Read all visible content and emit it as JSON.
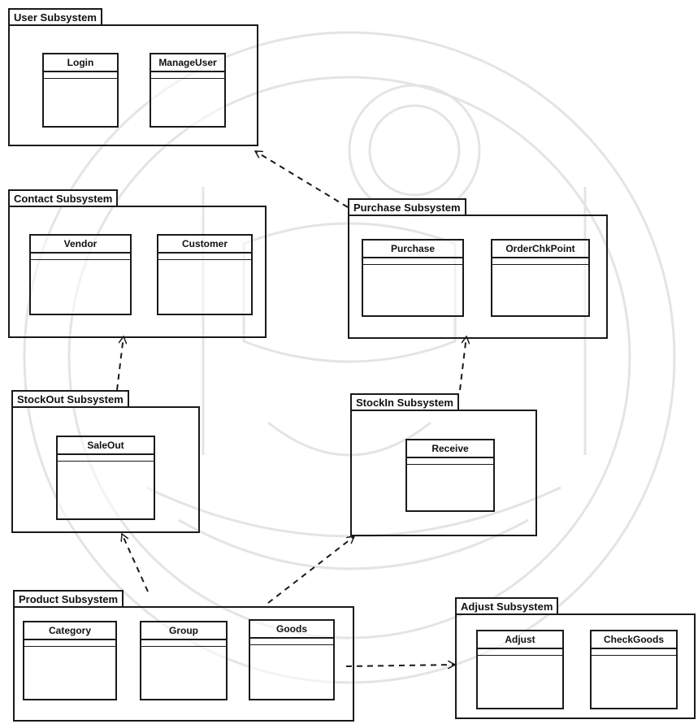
{
  "packages": {
    "user": {
      "label": "User Subsystem",
      "classes": [
        "Login",
        "ManageUser"
      ]
    },
    "contact": {
      "label": "Contact Subsystem",
      "classes": [
        "Vendor",
        "Customer"
      ]
    },
    "purchase": {
      "label": "Purchase Subsystem",
      "classes": [
        "Purchase",
        "OrderChkPoint"
      ]
    },
    "stockout": {
      "label": "StockOut Subsystem",
      "classes": [
        "SaleOut"
      ]
    },
    "stockin": {
      "label": "StockIn Subsystem",
      "classes": [
        "Receive"
      ]
    },
    "product": {
      "label": "Product Subsystem",
      "classes": [
        "Category",
        "Group",
        "Goods"
      ]
    },
    "adjust": {
      "label": "Adjust Subsystem",
      "classes": [
        "Adjust",
        "CheckGoods"
      ]
    }
  },
  "dependencies": [
    {
      "from": "Purchase Subsystem",
      "to": "User Subsystem"
    },
    {
      "from": "StockOut Subsystem",
      "to": "Contact Subsystem"
    },
    {
      "from": "StockIn Subsystem",
      "to": "Purchase Subsystem"
    },
    {
      "from": "Product Subsystem",
      "to": "StockOut Subsystem"
    },
    {
      "from": "Product Subsystem",
      "to": "StockIn Subsystem"
    },
    {
      "from": "Product Subsystem",
      "to": "Adjust Subsystem"
    }
  ],
  "colors": {
    "line": "#1a1a1a",
    "watermark": "#c8c8c8"
  }
}
